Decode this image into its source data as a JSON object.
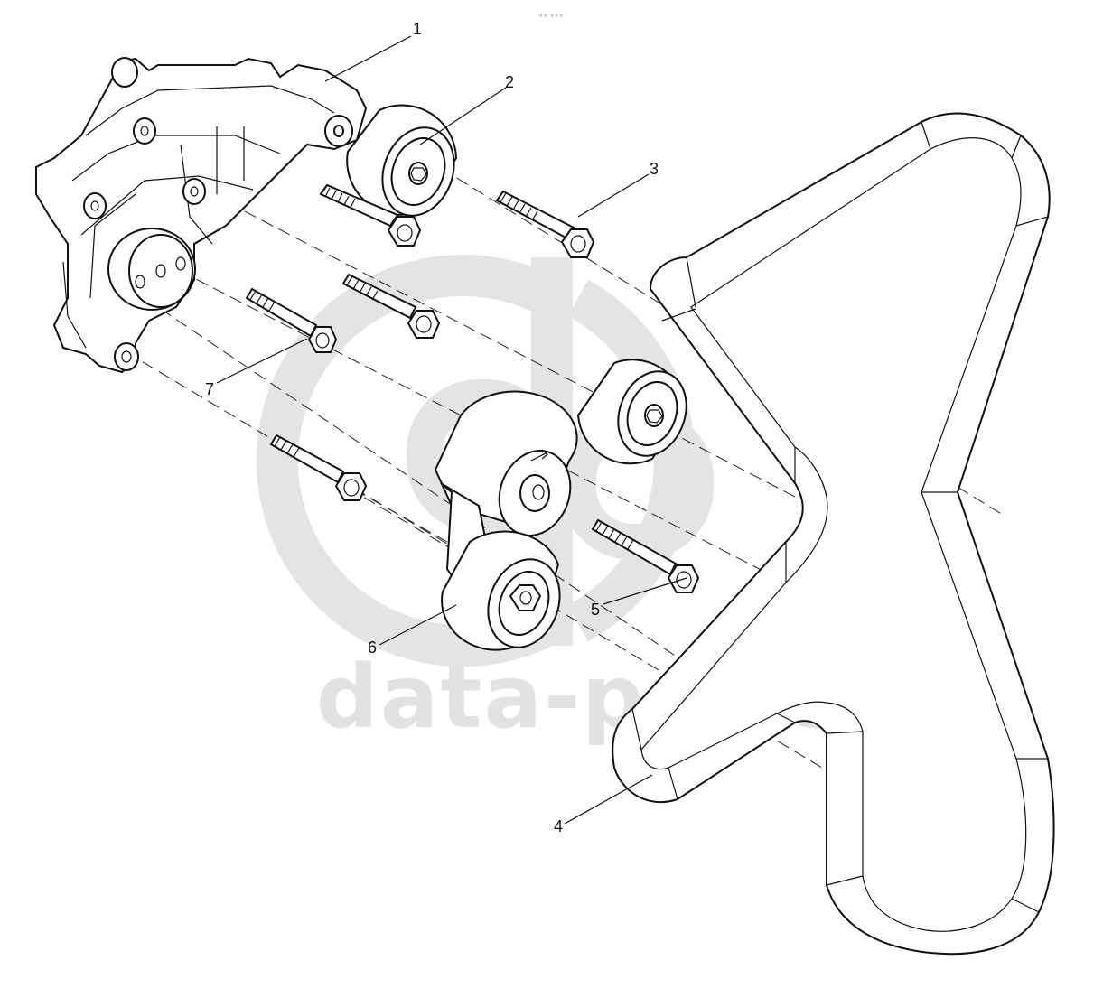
{
  "header_mark": "∘∘ ∘∘∘",
  "watermark": {
    "logo_letters": "db",
    "text": "data-parts",
    "color": "#e2e2e2"
  },
  "callouts": [
    {
      "id": "1",
      "label": "1"
    },
    {
      "id": "2",
      "label": "2"
    },
    {
      "id": "3",
      "label": "3"
    },
    {
      "id": "4",
      "label": "4"
    },
    {
      "id": "5",
      "label": "5"
    },
    {
      "id": "6",
      "label": "6"
    },
    {
      "id": "7",
      "label": "7"
    }
  ]
}
